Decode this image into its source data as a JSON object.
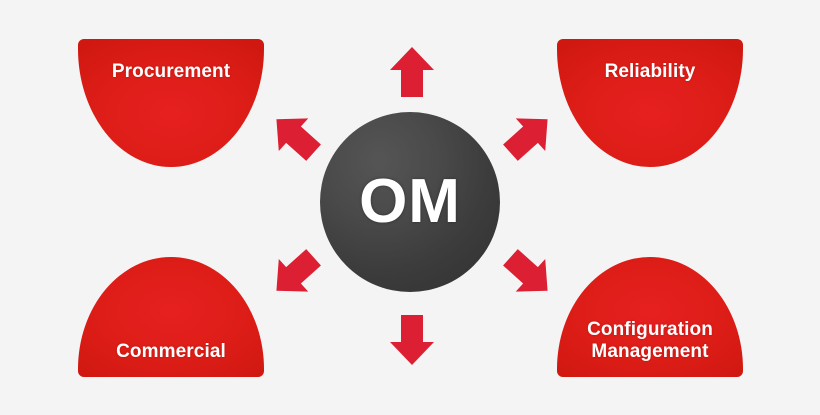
{
  "diagram": {
    "type": "hub-and-spoke",
    "background_color": "#f4f4f4",
    "hub": {
      "label": "OM",
      "shape": "circle",
      "fill_color": "#3f3f3f",
      "text_color": "#ffffff"
    },
    "node_fill_color": "#d91f18",
    "node_text_color": "#ffffff",
    "arrow_color": "#dc1f33",
    "nodes": [
      {
        "id": "procurement",
        "label": "Procurement",
        "position": "top-left",
        "shape": "flat-top-bowl"
      },
      {
        "id": "reliability",
        "label": "Reliability",
        "position": "top-right",
        "shape": "flat-top-bowl"
      },
      {
        "id": "commercial",
        "label": "Commercial",
        "position": "bottom-left",
        "shape": "dome-flat-bottom"
      },
      {
        "id": "configuration-management",
        "label": "Configuration\nManagement",
        "position": "bottom-right",
        "shape": "dome-flat-bottom"
      }
    ],
    "arrows": [
      {
        "id": "up",
        "direction": "up"
      },
      {
        "id": "down",
        "direction": "down"
      },
      {
        "id": "up-left",
        "direction": "up-left"
      },
      {
        "id": "up-right",
        "direction": "up-right"
      },
      {
        "id": "down-left",
        "direction": "down-left"
      },
      {
        "id": "down-right",
        "direction": "down-right"
      }
    ]
  }
}
